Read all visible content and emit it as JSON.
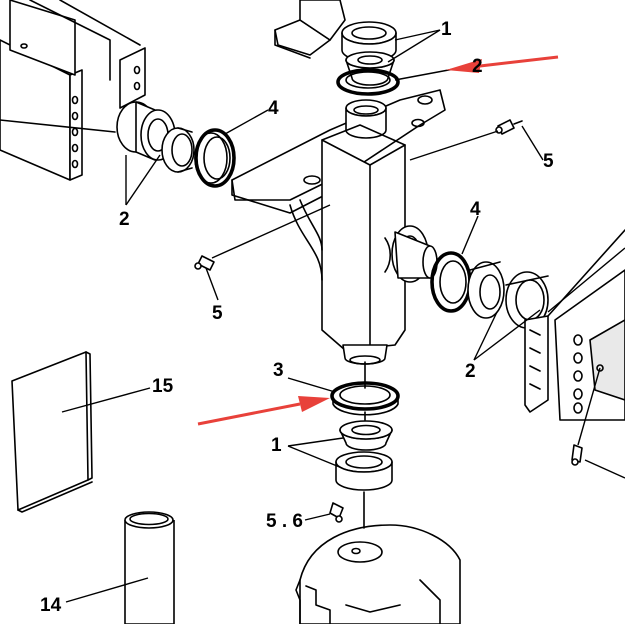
{
  "callouts": {
    "c1_top": "1",
    "c2_top": "2",
    "c4_left": "4",
    "c5_right": "5",
    "c2_left": "2",
    "c4_right": "4",
    "c5_left": "5",
    "c2_right": "2",
    "c15": "15",
    "c3_bottom": "3",
    "c1_bottom": "1",
    "c56": "5 . 6",
    "c14": "14"
  },
  "colors": {
    "arrow": "#e8413a",
    "line": "#000000",
    "background": "#ffffff"
  }
}
